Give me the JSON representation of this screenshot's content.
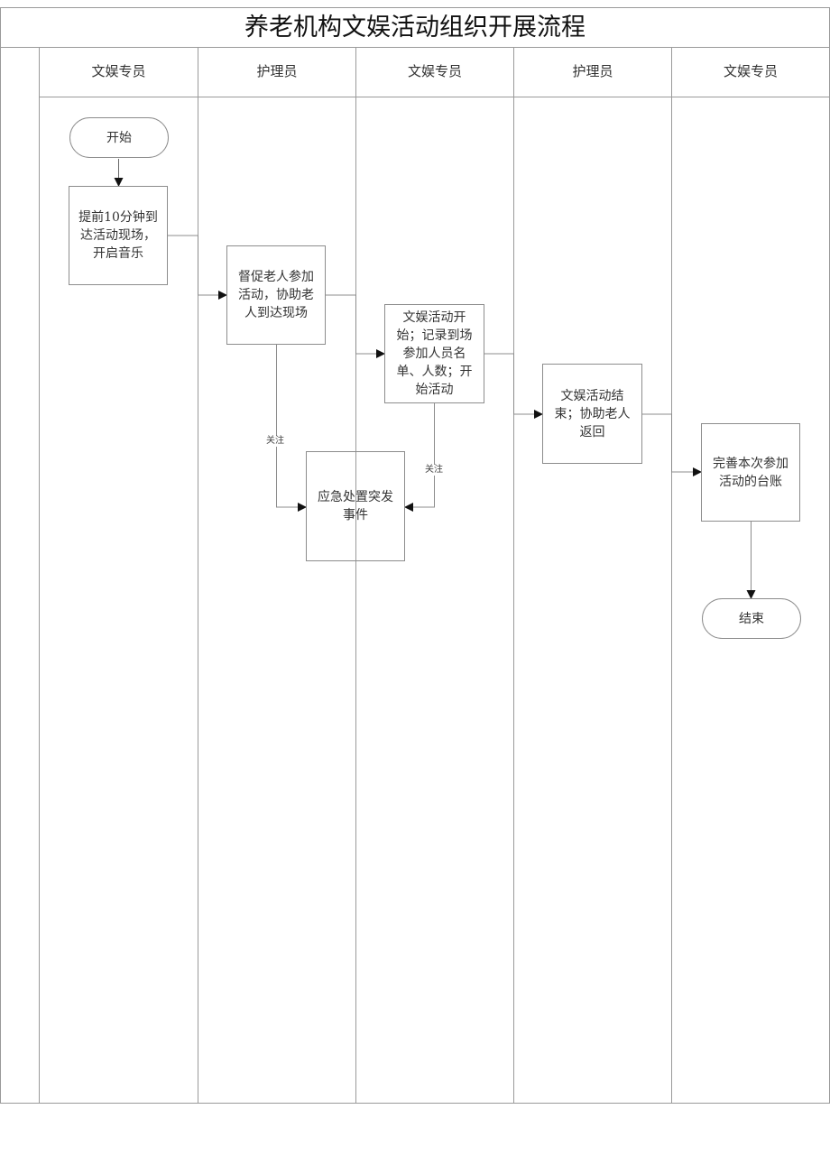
{
  "title": "养老机构文娱活动组织开展流程",
  "lanes": [
    {
      "label": "文娱专员"
    },
    {
      "label": "护理员"
    },
    {
      "label": "文娱专员"
    },
    {
      "label": "护理员"
    },
    {
      "label": "文娱专员"
    }
  ],
  "nodes": {
    "start": {
      "text": "开始",
      "type": "terminator",
      "lane": 0
    },
    "step1": {
      "text": "提前10分钟到达活动现场，开启音乐",
      "lines": [
        "提前10分钟到",
        "达活动现场，",
        "开启音乐"
      ],
      "type": "process",
      "lane": 0
    },
    "step2": {
      "text": "督促老人参加活动，协助老人到达现场",
      "lines": [
        "督促老人参加",
        "活动，协助老",
        "人到达现场"
      ],
      "type": "process",
      "lane": 1
    },
    "step3": {
      "text": "文娱活动开始；记录到场参加人员名单、人数；开始活动",
      "lines": [
        "文娱活动开",
        "始；记录到场",
        "参加人员名",
        "单、人数；开",
        "始活动"
      ],
      "type": "process",
      "lane": 2
    },
    "emergency": {
      "text": "应急处置突发事件",
      "lines": [
        "应急处置突发",
        "事件"
      ],
      "type": "process",
      "lane": "1-2"
    },
    "step4": {
      "text": "文娱活动结束；协助老人返回",
      "lines": [
        "文娱活动结",
        "束；协助老人",
        "返回"
      ],
      "type": "process",
      "lane": 3
    },
    "step5": {
      "text": "完善本次参加活动的台账",
      "lines": [
        "完善本次参加",
        "活动的台账"
      ],
      "type": "process",
      "lane": 4
    },
    "end": {
      "text": "结束",
      "type": "terminator",
      "lane": 4
    }
  },
  "edges": [
    {
      "from": "start",
      "to": "step1",
      "label": ""
    },
    {
      "from": "step1",
      "to": "step2",
      "label": ""
    },
    {
      "from": "step2",
      "to": "step3",
      "label": ""
    },
    {
      "from": "step3",
      "to": "step4",
      "label": ""
    },
    {
      "from": "step4",
      "to": "step5",
      "label": ""
    },
    {
      "from": "step5",
      "to": "end",
      "label": ""
    },
    {
      "from": "step2",
      "to": "emergency",
      "label": "关注"
    },
    {
      "from": "step3",
      "to": "emergency",
      "label": "关注"
    }
  ],
  "edge_labels": {
    "left": "关注",
    "right": "关注"
  },
  "colors": {
    "line": "#8c8c8c",
    "text": "#333333",
    "arrow": "#111111"
  }
}
